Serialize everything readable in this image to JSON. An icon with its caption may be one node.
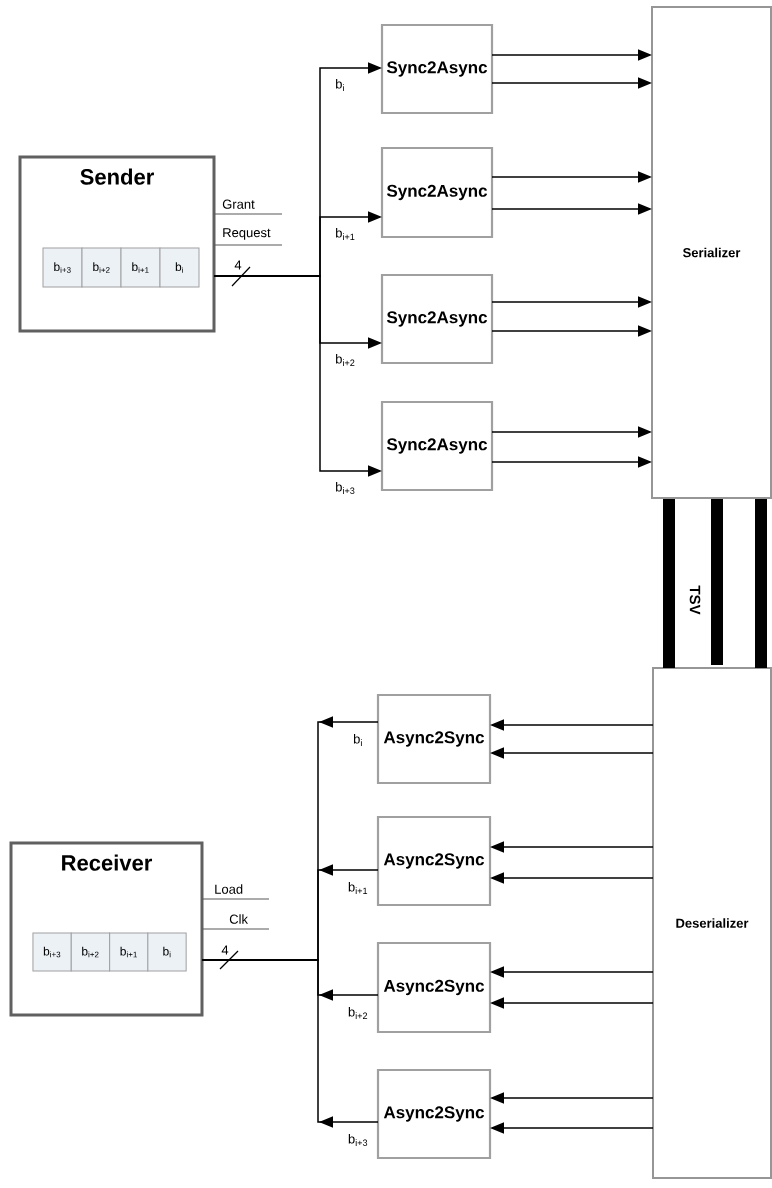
{
  "diagram": {
    "nodes": [
      {
        "text": [
          "Sender"
        ]
      },
      {
        "text": [
          "b$_{i+3}$"
        ],
        "in": 0
      },
      {
        "text": [
          "b$_{i+2}$"
        ],
        "in": 0
      },
      {
        "text": [
          "b$_{i+1}$"
        ],
        "in": 0
      },
      {
        "text": [
          "b$_{i}$"
        ],
        "in": 0
      },
      {
        "text": [
          "Receiver"
        ]
      },
      {
        "text": [
          "b$_{i+3}$"
        ],
        "in": 5
      },
      {
        "text": [
          "b$_{i+2}$"
        ],
        "in": 5
      },
      {
        "text": [
          "b$_{i+1}$"
        ],
        "in": 5
      },
      {
        "text": [
          "b$_{i}$"
        ],
        "in": 5
      },
      {
        "text": [
          "Sync2Async"
        ]
      },
      {
        "text": [
          "Sync2Async"
        ]
      },
      {
        "text": [
          "Sync2Async"
        ]
      },
      {
        "text": [
          "Sync2Async"
        ]
      },
      {
        "text": [
          "Serializer"
        ]
      },
      {
        "text": [
          "Deserializer"
        ]
      },
      {
        "text": [
          "Async2Sync"
        ]
      },
      {
        "text": [
          "Async2Sync"
        ]
      },
      {
        "text": [
          "Async2Sync"
        ]
      },
      {
        "text": [
          "Async2Sync"
        ]
      }
    ],
    "edges": [
      {
        "from": 0,
        "to": null,
        "arrow": "none",
        "label": "Grant",
        "color": "#595959"
      },
      {
        "from": 0,
        "to": null,
        "arrow": "none",
        "label": "Request",
        "color": "#595959"
      },
      {
        "from": 0,
        "to": 10,
        "arrow": "to",
        "label": "b$_{i}$"
      },
      {
        "from": 0,
        "to": 11,
        "arrow": "to",
        "label": "b$_{i+1}$"
      },
      {
        "from": 0,
        "to": 12,
        "arrow": "to",
        "label": "b$_{i+2}$"
      },
      {
        "from": 0,
        "to": 13,
        "arrow": "to",
        "label": "b$_{i+3}$"
      },
      {
        "from": 10,
        "to": 14,
        "arrow": "to"
      },
      {
        "from": 10,
        "to": 14,
        "arrow": "to"
      },
      {
        "from": 11,
        "to": 14,
        "arrow": "to"
      },
      {
        "from": 11,
        "to": 14,
        "arrow": "to"
      },
      {
        "from": 12,
        "to": 14,
        "arrow": "to"
      },
      {
        "from": 12,
        "to": 14,
        "arrow": "to"
      },
      {
        "from": 13,
        "to": 14,
        "arrow": "to"
      },
      {
        "from": 13,
        "to": 14,
        "arrow": "to"
      },
      {
        "from": 15,
        "to": 16,
        "arrow": "to"
      },
      {
        "from": 15,
        "to": 16,
        "arrow": "to"
      },
      {
        "from": 15,
        "to": 17,
        "arrow": "to"
      },
      {
        "from": 15,
        "to": 17,
        "arrow": "to"
      },
      {
        "from": 15,
        "to": 18,
        "arrow": "to"
      },
      {
        "from": 15,
        "to": 18,
        "arrow": "to"
      },
      {
        "from": 15,
        "to": 19,
        "arrow": "to"
      },
      {
        "from": 15,
        "to": 19,
        "arrow": "to"
      },
      {
        "from": 5,
        "to": null,
        "arrow": "none",
        "label": "Load",
        "color": "#595959"
      },
      {
        "from": 5,
        "to": null,
        "arrow": "none",
        "label": "Clk",
        "color": "#595959"
      },
      {
        "from": 16,
        "to": 5,
        "arrow": "to",
        "label": "b$_{i}$"
      },
      {
        "from": 17,
        "to": 5,
        "arrow": "to",
        "label": "b$_{i+1}$"
      },
      {
        "from": 18,
        "to": 5,
        "arrow": "to",
        "label": "b$_{i+2}$"
      },
      {
        "from": 19,
        "to": 5,
        "arrow": "to",
        "label": "b$_{i+3}$"
      }
    ],
    "labels": [
      "4",
      "TSV",
      "4"
    ]
  }
}
